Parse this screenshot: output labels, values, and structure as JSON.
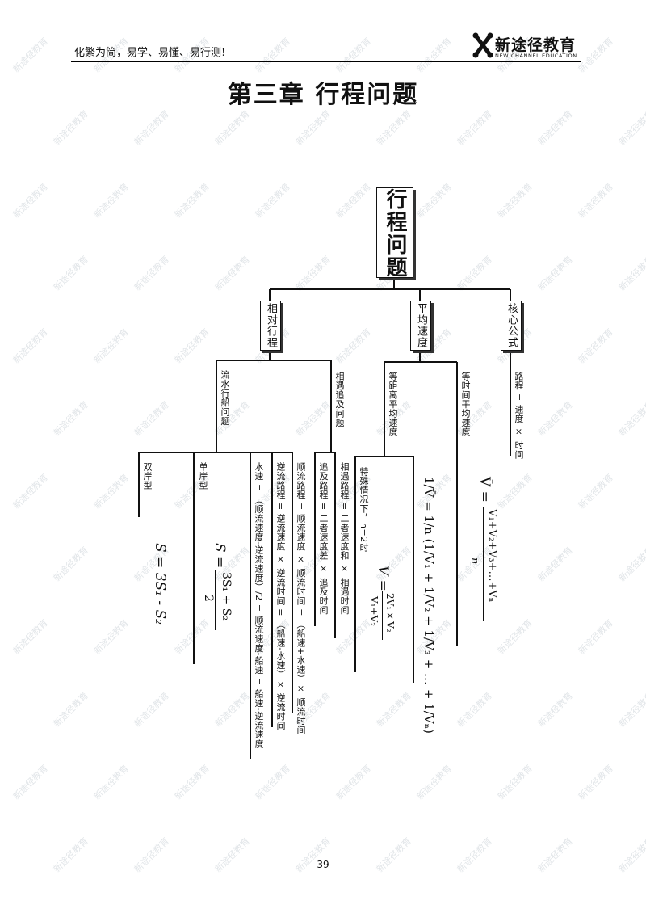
{
  "header": {
    "slogan": "化繁为简，易学、易懂、易行测!",
    "logo_name": "新途径教育",
    "logo_en": "NEW CHANNEL EDUCATION"
  },
  "page_title": "第三章 行程问题",
  "watermark": "新途径教育",
  "mindmap": {
    "root": "行程问题",
    "branches": [
      {
        "label": "相对行程",
        "children": [
          {
            "label": "流水行船问题",
            "children": [
              "双岸型",
              "单岸型",
              "水速 = （顺流速度-逆流速度）/2 = 顺流速度-船速 = 船速-逆流速度",
              "逆流路程 = 逆流速度 × 逆流时间 = （船速-水速）× 逆流时间",
              "顺流路程 = 顺流速度 × 顺流时间 = （船速+水速）× 顺流时间"
            ]
          },
          {
            "label": "相遇追及问题",
            "children": [
              "追及路程 = 二者速度差 × 追及时间",
              "相遇路程 = 二者速度和 × 相遇时间"
            ]
          }
        ]
      },
      {
        "label": "平均速度",
        "children": [
          {
            "label": "等距离平均速度",
            "children": [
              "特殊情况下，n=2时"
            ]
          },
          {
            "label": "等时间平均速度",
            "children": []
          }
        ]
      },
      {
        "label": "核心公式",
        "children": [
          {
            "label": "路程 = 速度 × 时间",
            "children": []
          }
        ]
      }
    ],
    "formulas": {
      "double_bank": "S = 3S₁ - S₂",
      "single_bank_lhs": "S =",
      "single_bank_num": "3S₁ + S₂",
      "single_bank_den": "2",
      "equal_time_lhs": "V̄ =",
      "equal_time_num": "V₁+V₂+V₃+…+Vₙ",
      "equal_time_den": "n",
      "equal_dist": "1/V̄ = 1/n (1/V₁ + 1/V₂ + 1/V₃ + … + 1/Vₙ)",
      "special_lhs": "V =",
      "special_num": "2V₁×V₂",
      "special_den": "V₁+V₂"
    }
  },
  "footer": {
    "page": "— 39 —"
  }
}
